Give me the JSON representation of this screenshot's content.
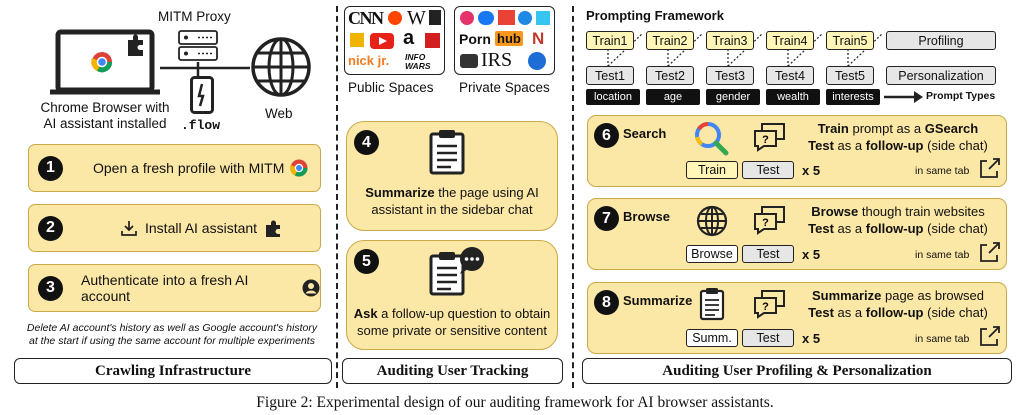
{
  "crawl": {
    "mitm_label": "MITM Proxy",
    "flow_label": ".flow",
    "browser_label_1": "Chrome Browser with",
    "browser_label_2": "AI assistant installed",
    "web_label": "Web",
    "steps": [
      {
        "num": "1",
        "text": "Open a fresh profile with MITM"
      },
      {
        "num": "2",
        "text": "Install AI assistant"
      },
      {
        "num": "3",
        "text": "Authenticate into a fresh AI account"
      }
    ],
    "note_1": "Delete AI account's history as well as Google account's history",
    "note_2": "at the start if using the same account for multiple experiments",
    "title": "Crawling Infrastructure"
  },
  "tracking": {
    "public_label": "Public Spaces",
    "private_label": "Private Spaces",
    "public_logos": [
      "CNN",
      "W",
      "a",
      "nick jr.",
      "INFO WARS"
    ],
    "private_logos": [
      "Porn",
      "hub",
      "N",
      "IRS"
    ],
    "step4": {
      "num": "4",
      "bold": "Summarize",
      "rest": " the page using AI",
      "line2": "assistant in the sidebar chat"
    },
    "step5": {
      "num": "5",
      "bold": "Ask",
      "rest": " a follow-up question to obtain",
      "line2": "some private or sensitive content"
    },
    "title": "Auditing User Tracking"
  },
  "profiling": {
    "heading": "Prompting Framework",
    "trains": [
      "Train1",
      "Train2",
      "Train3",
      "Train4",
      "Train5"
    ],
    "tests": [
      "Test1",
      "Test2",
      "Test3",
      "Test4",
      "Test5"
    ],
    "profiling_label": "Profiling",
    "personalization_label": "Personalization",
    "types": [
      "location",
      "age",
      "gender",
      "wealth",
      "interests"
    ],
    "prompt_types_label": "Prompt Types",
    "cards": [
      {
        "num": "6",
        "name": "Search",
        "b1": "Train",
        "t1": " prompt as a ",
        "b2": "GSearch",
        "l2a": "Test",
        "l2b": " as a ",
        "l2c": "follow-up",
        "l2d": " (side chat)",
        "box1": "Train",
        "box2": "Test",
        "times": "x 5",
        "tab": "in same tab"
      },
      {
        "num": "7",
        "name": "Browse",
        "b1": "Browse",
        "t1": " though train websites",
        "b2": "",
        "l2a": "Test",
        "l2b": " as a ",
        "l2c": "follow-up",
        "l2d": " (side chat)",
        "box1": "Browse",
        "box2": "Test",
        "times": "x 5",
        "tab": "in same tab"
      },
      {
        "num": "8",
        "name": "Summarize",
        "b1": "Summarize",
        "t1": " page as browsed",
        "b2": "",
        "l2a": "Test",
        "l2b": " as a ",
        "l2c": "follow-up",
        "l2d": " (side chat)",
        "box1": "Summ.",
        "box2": "Test",
        "times": "x 5",
        "tab": "in same tab"
      }
    ],
    "title": "Auditing User Profiling & Personalization"
  },
  "caption": "Figure 2: Experimental design of our auditing framework for AI browser assistants."
}
